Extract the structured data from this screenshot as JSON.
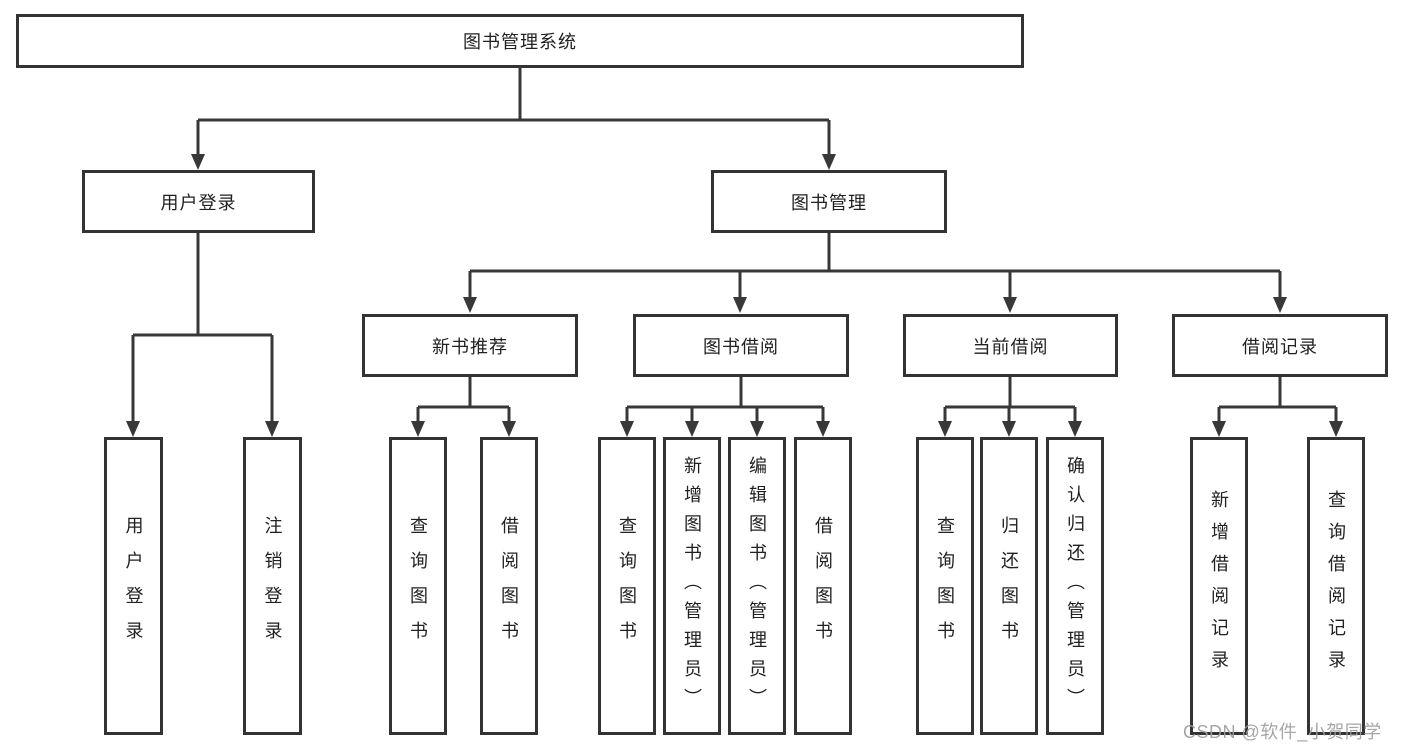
{
  "diagram": {
    "title": "图书管理系统",
    "nodes": {
      "root": {
        "label": "图书管理系统"
      },
      "userLogin": {
        "label": "用户登录",
        "children": [
          {
            "label": "用户登录"
          },
          {
            "label": "注销登录"
          }
        ]
      },
      "bookMgmt": {
        "label": "图书管理"
      },
      "newBook": {
        "label": "新书推荐",
        "children": [
          {
            "label": "查询图书"
          },
          {
            "label": "借阅图书"
          }
        ]
      },
      "bookBorrow": {
        "label": "图书借阅",
        "children": [
          {
            "label": "查询图书"
          },
          {
            "label": "新增图书（管理员）"
          },
          {
            "label": "编辑图书（管理员）"
          },
          {
            "label": "借阅图书"
          }
        ]
      },
      "currentBorrow": {
        "label": "当前借阅",
        "children": [
          {
            "label": "查询图书"
          },
          {
            "label": "归还图书"
          },
          {
            "label": "确认归还（管理员）"
          }
        ]
      },
      "borrowRecord": {
        "label": "借阅记录",
        "children": [
          {
            "label": "新增借阅记录"
          },
          {
            "label": "查询借阅记录"
          }
        ]
      }
    },
    "colors": {
      "line": "#383838",
      "box_border": "#333333",
      "text": "#212121",
      "watermark": "#9e9e9e",
      "background": "#ffffff"
    }
  },
  "watermark": {
    "text": "CSDN @软件_小贺同学"
  }
}
